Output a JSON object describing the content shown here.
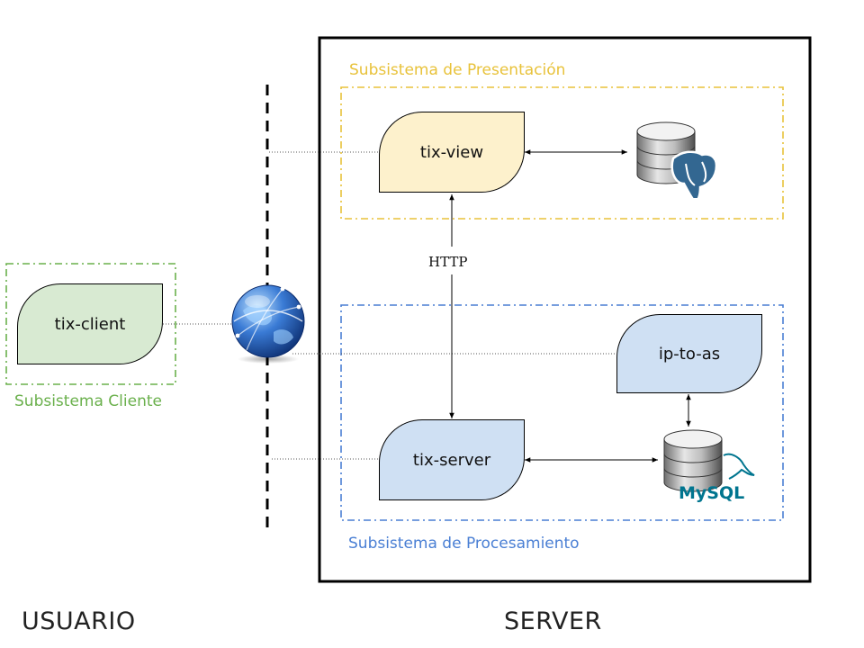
{
  "zones": {
    "left": "USUARIO",
    "right": "SERVER"
  },
  "subsystems": {
    "presentation": {
      "label": "Subsistema de Presentación",
      "color": "#e8c23a"
    },
    "processing": {
      "label": "Subsistema de Procesamiento",
      "color": "#4a7fd4"
    },
    "client": {
      "label": "Subsistema Cliente",
      "color": "#6ab04c"
    }
  },
  "nodes": {
    "tix_view": {
      "label": "tix-view",
      "fill": "#fdf1cc"
    },
    "tix_client": {
      "label": "tix-client",
      "fill": "#d8ead2"
    },
    "tix_server": {
      "label": "tix-server",
      "fill": "#cfe0f3"
    },
    "ip_to_as": {
      "label": "ip-to-as",
      "fill": "#cfe0f3"
    }
  },
  "edges": {
    "http_label": "HTTP"
  },
  "icons": {
    "postgres_db": "postgresql-database-icon",
    "mysql_db": "mysql-database-icon",
    "globe": "internet-globe-icon",
    "mysql_logo_text": "MySQL"
  }
}
